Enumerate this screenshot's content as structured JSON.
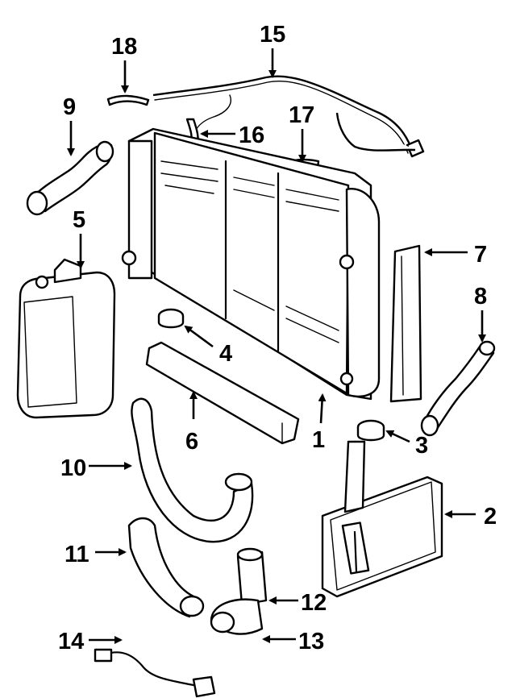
{
  "callouts": {
    "c1": "1",
    "c2": "2",
    "c3": "3",
    "c4": "4",
    "c5": "5",
    "c6": "6",
    "c7": "7",
    "c8": "8",
    "c9": "9",
    "c10": "10",
    "c11": "11",
    "c12": "12",
    "c13": "13",
    "c14": "14",
    "c15": "15",
    "c16": "16",
    "c17": "17",
    "c18": "18"
  },
  "colors": {
    "line": "#000000",
    "background": "#ffffff"
  }
}
